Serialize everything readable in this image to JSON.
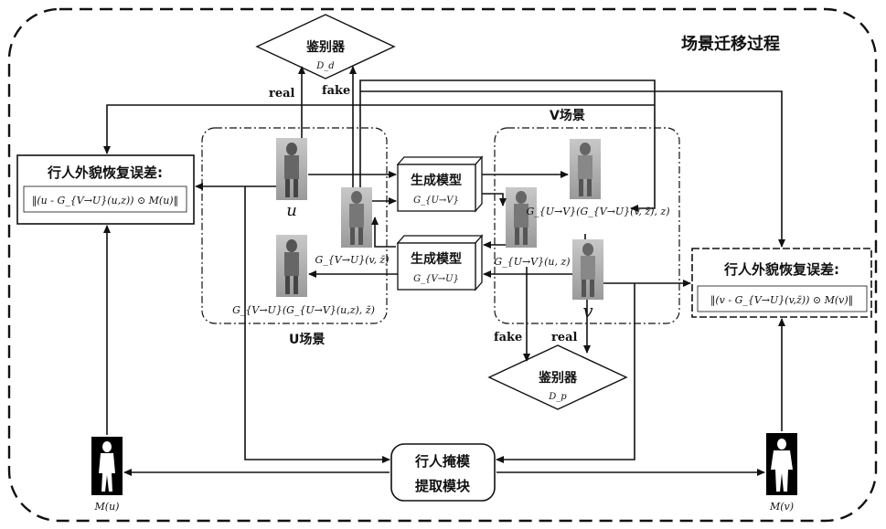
{
  "title": "场景迁移过程",
  "discriminators": {
    "top": {
      "label": "鉴别器",
      "sub": "D_d"
    },
    "bottom": {
      "label": "鉴别器",
      "sub": "D_p"
    }
  },
  "generators": {
    "uv": {
      "label": "生成模型",
      "sub": "G_{U→V}"
    },
    "vu": {
      "label": "生成模型",
      "sub": "G_{V→U}"
    }
  },
  "scenes": {
    "u": "U场景",
    "v": "V场景"
  },
  "loss": {
    "left": {
      "title": "行人外貌恢复误差:",
      "formula": "‖(u - G_{V→U}(u,z)) ⊙ M(u)‖"
    },
    "right": {
      "title": "行人外貌恢复误差:",
      "formula": "‖(v - G_{V→U}(v,z̄)) ⊙ M(v)‖"
    }
  },
  "mask_module": {
    "line1": "行人掩模",
    "line2": "提取模块"
  },
  "arrow_labels": {
    "real_top": "real",
    "fake_top": "fake",
    "fake_bottom": "fake",
    "real_bottom": "real"
  },
  "image_labels": {
    "u": "u",
    "v": "v",
    "g_vu_vz": "G_{V→U}(v, z̄)",
    "g_vu_guv": "G_{V→U}(G_{U→V}(u,z), z̄)",
    "g_uv_uz": "G_{U→V}(u, z)",
    "g_uv_gvu": "G_{U→V}(G_{V→U}(v, z̄), z)",
    "m_u": "M(u)",
    "m_v": "M(v)"
  }
}
